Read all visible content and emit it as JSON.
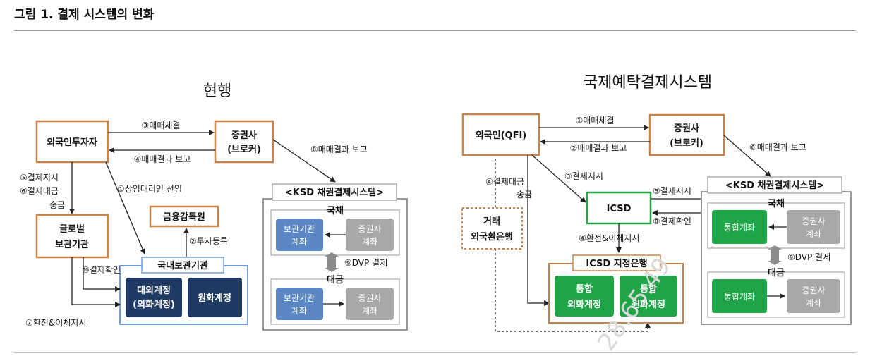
{
  "figure_title": "그림 1. 결제 시스템의 변화",
  "watermark": "28.65.49",
  "left": {
    "title": "현행",
    "investor": "외국인투자자",
    "broker_1": "증권사",
    "broker_2": "(브로커)",
    "global_custodian_1": "글로벌",
    "global_custodian_2": "보관기관",
    "fss": "금융감독원",
    "domestic_custodian": "국내보관기관",
    "fx_account_1": "대외계정",
    "fx_account_2": "(외화계정)",
    "krw_account": "원화계정",
    "ksd_system": "<KSD 채권결제시스템>",
    "bond": "국채",
    "cash": "대금",
    "custodian_account_1": "보관기관",
    "custodian_account_2": "계좌",
    "broker_account_1": "증권사",
    "broker_account_2": "계좌",
    "dvp": "⑨DVP 결제",
    "step1": "①상임대리인 선임",
    "step2": "②투자등록",
    "step3": "③매매체결",
    "step4": "④매매결과 보고",
    "step5": "⑤결제지시",
    "step6_1": "⑥결제대금",
    "step6_2": "송금",
    "step7": "⑦환전&이체지시",
    "step8": "⑧매매결과 보고",
    "step10": "⑩결제확인"
  },
  "right": {
    "title": "국제예탁결제시스템",
    "investor": "외국인(QFI)",
    "broker_1": "증권사",
    "broker_2": "(브로커)",
    "icsd": "ICSD",
    "fx_bank_1": "거래",
    "fx_bank_2": "외국환은행",
    "icsd_bank": "ICSD 지정은행",
    "fx_account_1": "통합",
    "fx_account_2": "외화계정",
    "krw_account_1": "통합",
    "krw_account_2": "원화계정",
    "ksd_system": "<KSD 채권결제시스템>",
    "bond": "국채",
    "cash": "대금",
    "omnibus_account": "통합계좌",
    "broker_account_1": "증권사",
    "broker_account_2": "계좌",
    "dvp": "⑨DVP 결제",
    "step1": "①매매체결",
    "step2": "②매매결과 보고",
    "step3": "③결제지시",
    "step4_1": "④결제대금",
    "step4_2": "송금",
    "step4b": "④환전&이체지시",
    "step5": "⑤결제지시",
    "step6": "⑥매매결과 보고",
    "step8": "⑧결제확인"
  },
  "colors": {
    "orange_border": "#c8834a",
    "navy": "#1f3a63",
    "blue": "#5b88c4",
    "green": "#1fa447",
    "green_border": "#25a244",
    "grey": "#a8a8a8",
    "blue_border": "#6f9fd8"
  }
}
